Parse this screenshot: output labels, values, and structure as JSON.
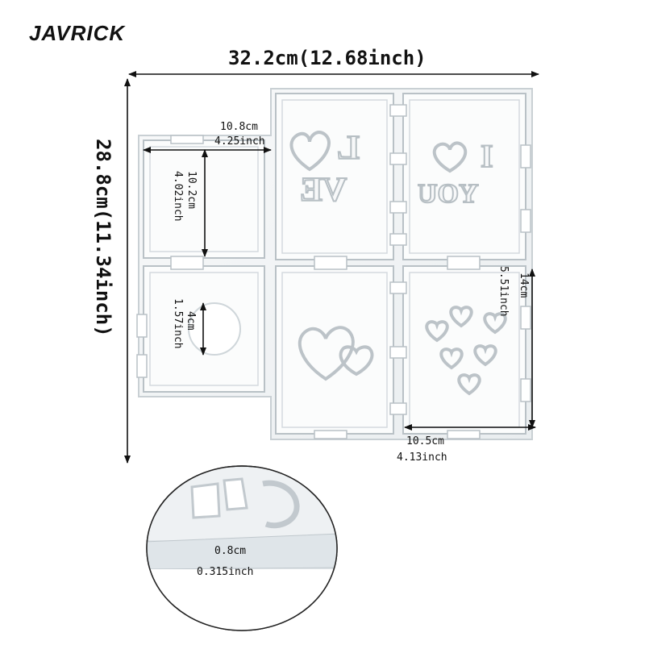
{
  "brand": "JAVRICK",
  "dimensions": {
    "total_width": "32.2cm(12.68inch)",
    "total_height": "28.8cm(11.34inch)",
    "small_panel_width_cm": "10.8cm",
    "small_panel_width_in": "4.25inch",
    "small_panel_height_cm": "10.2cm",
    "small_panel_height_in": "4.02inch",
    "circle_cm": "4cm",
    "circle_in": "1.57inch",
    "panel_height_cm": "14cm",
    "panel_height_in": "5.51inch",
    "panel_width_cm": "10.5cm",
    "panel_width_in": "4.13inch",
    "thickness_cm": "0.8cm",
    "thickness_in": "0.315inch"
  },
  "mold_text": {
    "love_top": "L",
    "love_bottom": "VE",
    "i_you_top": "I",
    "i_you_bottom": "YOU"
  },
  "colors": {
    "mold": "#f4f6f7",
    "mold_edge": "#c9d0d4",
    "arrow": "#111111"
  }
}
